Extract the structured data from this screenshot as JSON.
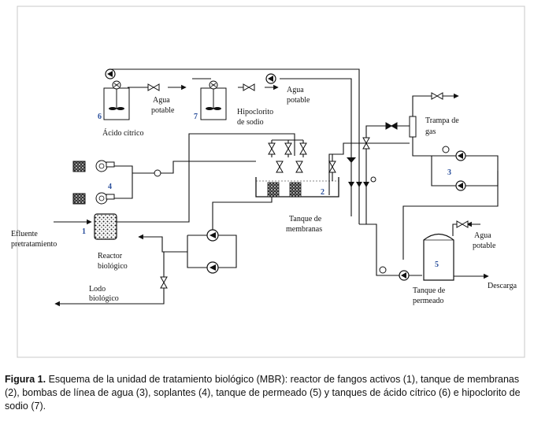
{
  "diagram": {
    "labels": {
      "effluent_1": "Efluente",
      "effluent_2": "pretratamiento",
      "reactor_1": "Reactor",
      "reactor_2": "biológico",
      "sludge_1": "Lodo",
      "sludge_2": "biológico",
      "membrane_tank_1": "Tanque de",
      "membrane_tank_2": "membranas",
      "gas_trap_1": "Trampa de",
      "gas_trap_2": "gas",
      "citric_acid": "Ácido cítrico",
      "hypochlorite_1": "Hipoclorito",
      "hypochlorite_2": "de sodio",
      "water6_1": "Agua",
      "water6_2": "potable",
      "water7_1": "Agua",
      "water7_2": "potable",
      "water5_1": "Agua",
      "water5_2": "potable",
      "permeate_tank_1": "Tanque de",
      "permeate_tank_2": "permeado",
      "discharge": "Descarga"
    },
    "numbers": {
      "n1": "1",
      "n2": "2",
      "n3": "3",
      "n4": "4",
      "n5": "5",
      "n6": "6",
      "n7": "7"
    }
  },
  "caption": {
    "label": "Figura 1.",
    "text": " Esquema de la unidad de tratamiento biológico (MBR): reactor de fangos activos (1), tanque de membranas (2), bombas de línea de agua (3), soplantes (4), tanque de permeado (5) y tanques de ácido cítrico (6) e hipoclorito de sodio (7)."
  }
}
